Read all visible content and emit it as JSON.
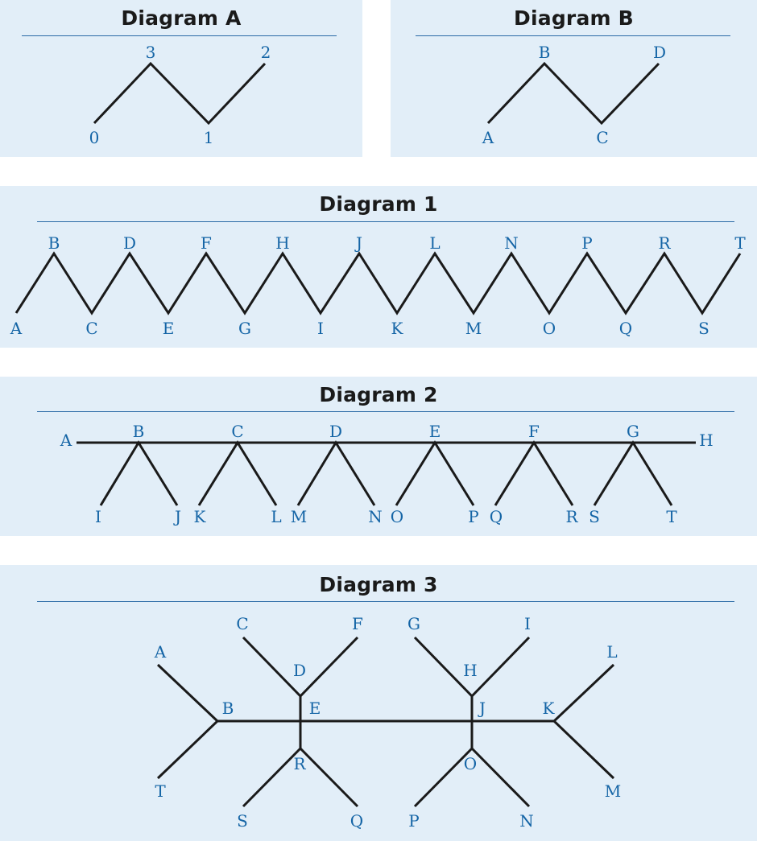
{
  "diagram_a": {
    "title": "Diagram A",
    "labels": [
      "3",
      "2",
      "0",
      "1"
    ]
  },
  "diagram_b": {
    "title": "Diagram B",
    "labels": [
      "B",
      "D",
      "A",
      "C"
    ]
  },
  "diagram_1": {
    "title": "Diagram 1",
    "labels": [
      "B",
      "D",
      "F",
      "H",
      "J",
      "L",
      "N",
      "P",
      "R",
      "T",
      "A",
      "C",
      "E",
      "G",
      "I",
      "K",
      "M",
      "O",
      "Q",
      "S"
    ]
  },
  "diagram_2": {
    "title": "Diagram 2",
    "labels": [
      "A",
      "B",
      "C",
      "D",
      "E",
      "F",
      "G",
      "H",
      "I",
      "J",
      "K",
      "L",
      "M",
      "N",
      "O",
      "P",
      "Q",
      "R",
      "S",
      "T"
    ]
  },
  "diagram_3": {
    "title": "Diagram 3",
    "labels": [
      "A",
      "B",
      "C",
      "D",
      "E",
      "F",
      "G",
      "H",
      "I",
      "J",
      "K",
      "L",
      "M",
      "N",
      "O",
      "P",
      "Q",
      "R",
      "S",
      "T"
    ]
  },
  "colors": {
    "panel_bg": "#e2eef8",
    "label": "#1565a6",
    "line": "#1a1a1a",
    "rule": "#2a6aa6"
  }
}
